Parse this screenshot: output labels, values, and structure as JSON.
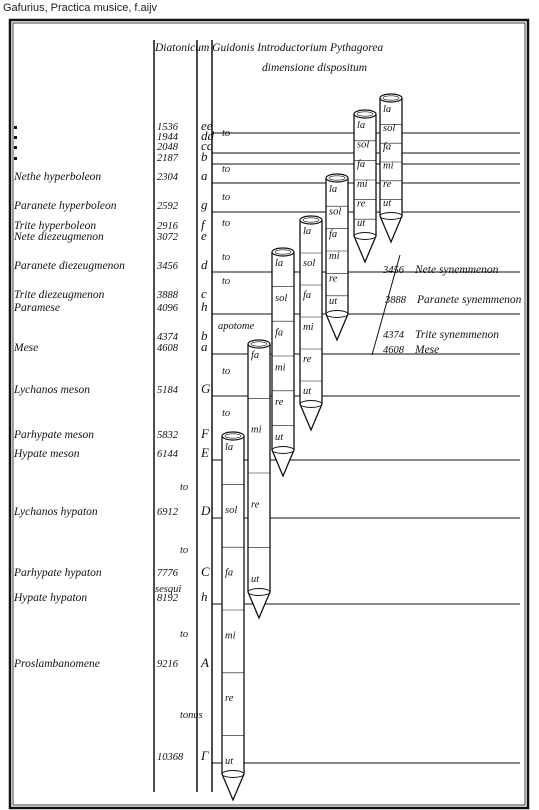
{
  "caption": "Gafurius, Practica musice, f.aijv",
  "header": {
    "line1": "Diatonicum Guidonis Introductorium Pythagorea",
    "line2": "dimensione dispositum"
  },
  "rows": [
    {
      "name": "",
      "number": "1536",
      "letter": "ee"
    },
    {
      "name": "",
      "number": "1944",
      "letter": "dd"
    },
    {
      "name": "",
      "number": "2048",
      "letter": "cc"
    },
    {
      "name": "",
      "number": "2187",
      "letter": "b"
    },
    {
      "name": "Nethe hyperboleon",
      "number": "2304",
      "letter": "a"
    },
    {
      "name": "Paranete hyperboleon",
      "number": "2592",
      "letter": "g"
    },
    {
      "name": "Trite hyperboleon",
      "number": "2916",
      "letter": "f"
    },
    {
      "name": "Nete diezeugmenon",
      "number": "3072",
      "letter": "e"
    },
    {
      "name": "Paranete diezeugmenon",
      "number": "3456",
      "letter": "d"
    },
    {
      "name": "Trite diezeugmenon",
      "number": "3888",
      "letter": "c"
    },
    {
      "name": "Paramese",
      "number": "4096",
      "letter": "h"
    },
    {
      "name": "",
      "number": "4374",
      "letter": "b"
    },
    {
      "name": "Mese",
      "number": "4608",
      "letter": "a"
    },
    {
      "name": "Lychanos meson",
      "number": "5184",
      "letter": "G"
    },
    {
      "name": "Parhypate meson",
      "number": "5832",
      "letter": "F"
    },
    {
      "name": "Hypate meson",
      "number": "6144",
      "letter": "E"
    },
    {
      "name": "Lychanos hypaton",
      "number": "6912",
      "letter": "D"
    },
    {
      "name": "Parhypate hypaton",
      "number": "7776",
      "letter": "C"
    },
    {
      "name": "Hypate hypaton",
      "number": "8192",
      "letter": "h"
    },
    {
      "name": "Proslambanomene",
      "number": "9216",
      "letter": "A"
    },
    {
      "name": "",
      "number": "10368",
      "letter": "Γ"
    }
  ],
  "small_labels": [
    {
      "text": "sesqui"
    },
    {
      "text": "apotome"
    },
    {
      "text": "tonus"
    }
  ],
  "interval_marks": [
    "to",
    "to",
    "to",
    "to",
    "to",
    "to",
    "to",
    "to",
    "to",
    "to",
    "to"
  ],
  "columns": [
    {
      "syllables": [
        "ut",
        "re",
        "mi",
        "fa",
        "sol",
        "la"
      ]
    },
    {
      "syllables": [
        "ut",
        "re",
        "mi",
        "fa"
      ]
    },
    {
      "syllables": [
        "ut",
        "re",
        "mi",
        "fa",
        "sol",
        "la"
      ]
    },
    {
      "syllables": [
        "ut",
        "re",
        "mi",
        "fa",
        "sol",
        "la"
      ]
    },
    {
      "syllables": [
        "ut",
        "re",
        "mi",
        "fa",
        "sol",
        "la"
      ]
    },
    {
      "syllables": [
        "ut",
        "re",
        "mi",
        "fa",
        "sol",
        "la"
      ]
    },
    {
      "syllables": [
        "ut",
        "re",
        "mi",
        "fa",
        "sol",
        "la"
      ]
    }
  ],
  "right_labels": [
    {
      "number": "3456",
      "name": "Nete synemmenon"
    },
    {
      "number": "3888",
      "name": "Paranete synemmenon"
    },
    {
      "number": "4374",
      "name": "Trite synemmenon"
    },
    {
      "number": "4608",
      "name": "Mese"
    }
  ]
}
